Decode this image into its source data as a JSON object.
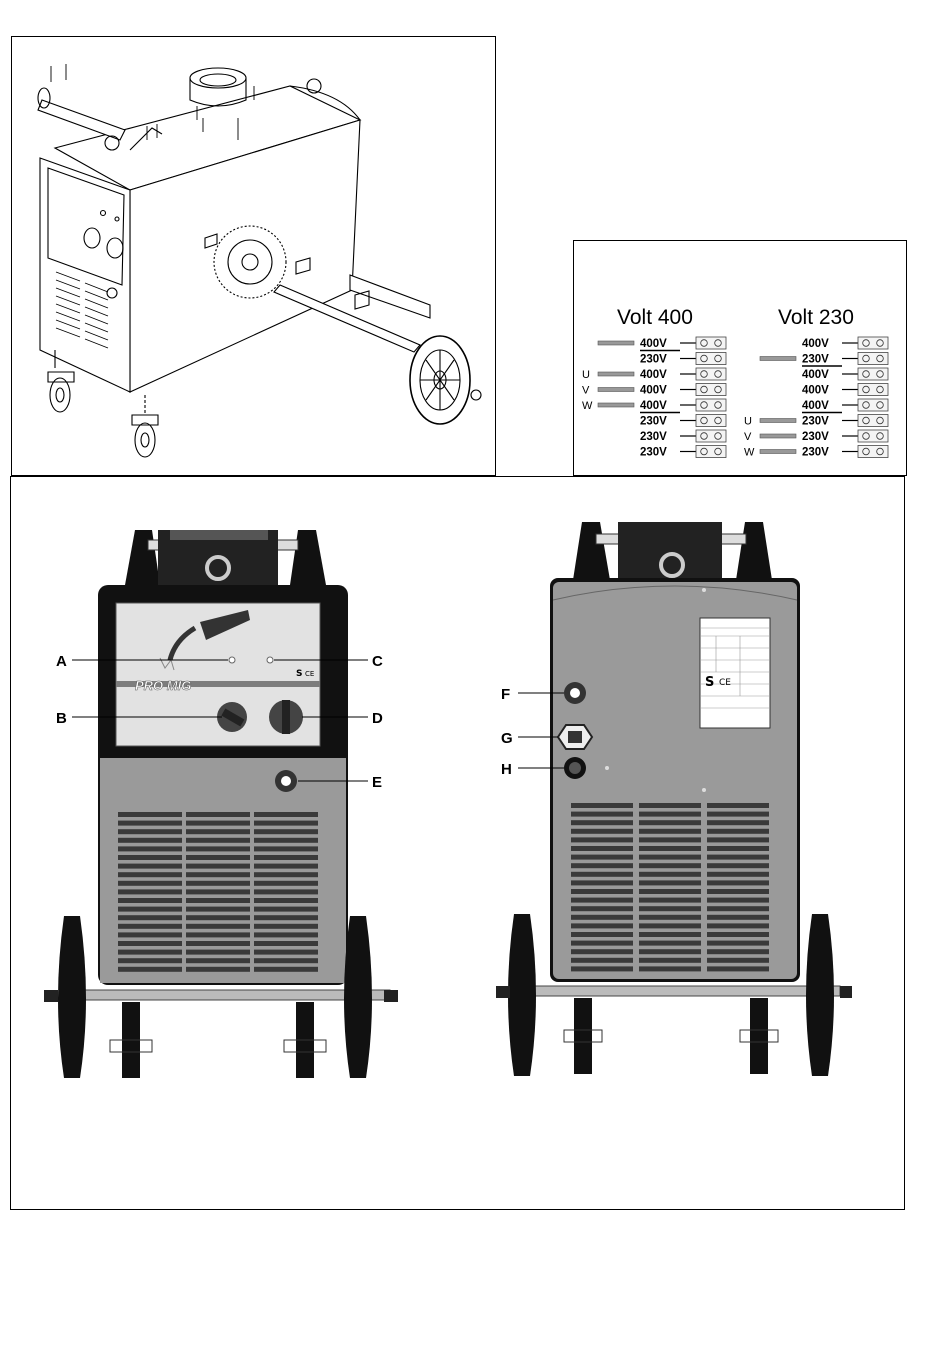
{
  "voltage_panel": {
    "left": {
      "title": "Volt 400",
      "labels": [
        "400V",
        "230V",
        "400V",
        "400V",
        "400V",
        "230V",
        "230V",
        "230V"
      ],
      "phases": [
        {
          "row": 2,
          "text": "U"
        },
        {
          "row": 3,
          "text": "V"
        },
        {
          "row": 4,
          "text": "W"
        }
      ]
    },
    "right": {
      "title": "Volt 230",
      "labels": [
        "400V",
        "230V",
        "400V",
        "400V",
        "400V",
        "230V",
        "230V",
        "230V"
      ],
      "phases": [
        {
          "row": 5,
          "text": "U"
        },
        {
          "row": 6,
          "text": "V"
        },
        {
          "row": 7,
          "text": "W"
        }
      ]
    }
  },
  "front_view": {
    "brand": "PRO MIG",
    "callouts": {
      "a": "A",
      "b": "B",
      "c": "C",
      "d": "D",
      "e": "E"
    }
  },
  "rear_view": {
    "callouts": {
      "f": "F",
      "g": "G",
      "h": "H"
    }
  },
  "colors": {
    "panel": "#9a9a9a",
    "panel_dark": "#7d7d7d",
    "frame": "#111111",
    "grille": "#3a3a3a",
    "face": "#e2e2e2"
  }
}
